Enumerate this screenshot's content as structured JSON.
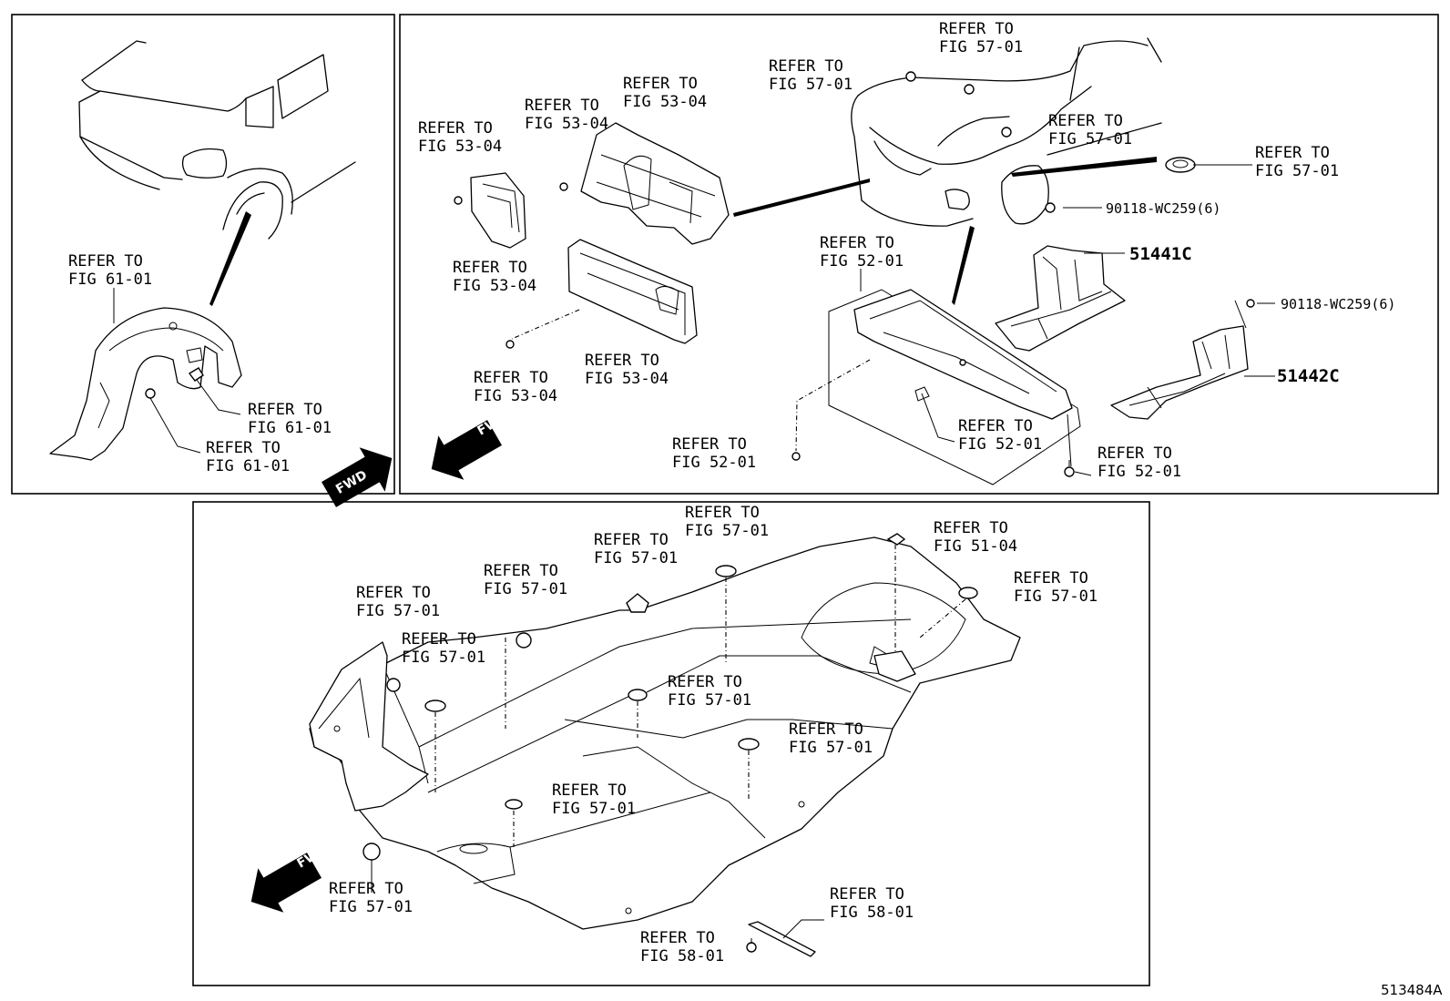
{
  "diagram_id": "513484A",
  "fwd_label": "FWD",
  "refer": {
    "r61_a": [
      "REFER TO",
      "FIG 61-01"
    ],
    "r61_b": [
      "REFER TO",
      "FIG 61-01"
    ],
    "r61_c": [
      "REFER TO",
      "FIG 61-01"
    ],
    "r53_a": [
      "REFER TO",
      "FIG 53-04"
    ],
    "r53_b": [
      "REFER TO",
      "FIG 53-04"
    ],
    "r53_c": [
      "REFER TO",
      "FIG 53-04"
    ],
    "r53_d": [
      "REFER TO",
      "FIG 53-04"
    ],
    "r53_e": [
      "REFER TO",
      "FIG 53-04"
    ],
    "r53_f": [
      "REFER TO",
      "FIG 53-04"
    ],
    "r57_top1": [
      "REFER TO",
      "FIG 57-01"
    ],
    "r57_top2": [
      "REFER TO",
      "FIG 57-01"
    ],
    "r57_top3": [
      "REFER TO",
      "FIG 57-01"
    ],
    "r57_top4": [
      "REFER TO",
      "FIG 57-01"
    ],
    "r52_a": [
      "REFER TO",
      "FIG 52-01"
    ],
    "r52_b": [
      "REFER TO",
      "FIG 52-01"
    ],
    "r52_c": [
      "REFER TO",
      "FIG 52-01"
    ],
    "r52_d": [
      "REFER TO",
      "FIG 52-01"
    ],
    "r57_b1": [
      "REFER TO",
      "FIG 57-01"
    ],
    "r57_b2": [
      "REFER TO",
      "FIG 57-01"
    ],
    "r57_b3": [
      "REFER TO",
      "FIG 57-01"
    ],
    "r57_b4": [
      "REFER TO",
      "FIG 57-01"
    ],
    "r57_b5": [
      "REFER TO",
      "FIG 57-01"
    ],
    "r57_b6": [
      "REFER TO",
      "FIG 57-01"
    ],
    "r57_b7": [
      "REFER TO",
      "FIG 57-01"
    ],
    "r57_b8": [
      "REFER TO",
      "FIG 57-01"
    ],
    "r57_b9": [
      "REFER TO",
      "FIG 57-01"
    ],
    "r57_b10": [
      "REFER TO",
      "FIG 57-01"
    ],
    "r51": [
      "REFER TO",
      "FIG 51-04"
    ],
    "r58_a": [
      "REFER TO",
      "FIG 58-01"
    ],
    "r58_b": [
      "REFER TO",
      "FIG 58-01"
    ]
  },
  "parts": {
    "p51441c": "51441C",
    "p51442c": "51442C",
    "p90118_a": "90118-WC259(6)",
    "p90118_b": "90118-WC259(6)"
  }
}
